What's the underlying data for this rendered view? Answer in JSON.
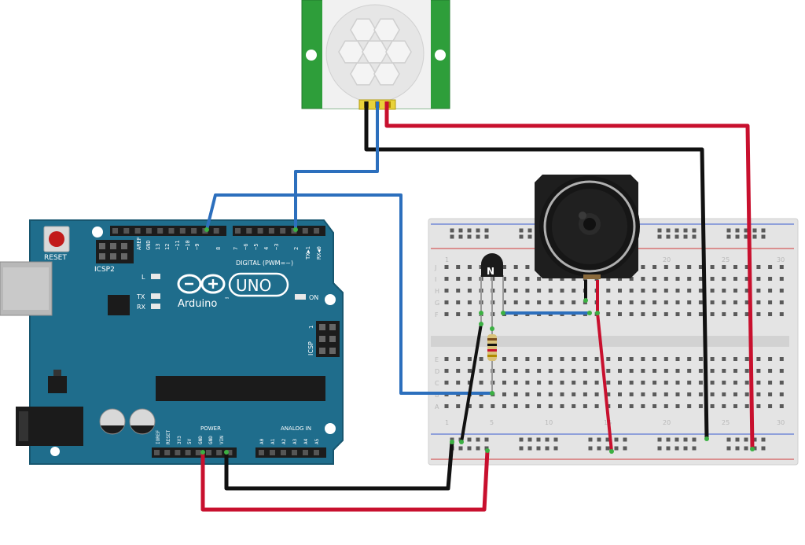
{
  "arduino": {
    "reset_label": "RESET",
    "icsp2_label": "ICSP2",
    "brand": "Arduino",
    "trademark": "™",
    "model": "UNO",
    "digital_label": "DIGITAL (PWM=~)",
    "l_label": "L",
    "tx_label": "TX",
    "rx_label": "RX",
    "on_label": "ON",
    "icsp_label": "ICSP",
    "icsp_mark": "1",
    "power_label": "POWER",
    "analog_label": "ANALOG IN",
    "top_pins": [
      "AREF",
      "GND",
      "13",
      "12",
      "~11",
      "~10",
      "~9",
      "8"
    ],
    "top_pins2": [
      "7",
      "~6",
      "~5",
      "4",
      "~3",
      "2",
      "TX▶1",
      "RX◀0"
    ],
    "power_pins": [
      "IOREF",
      "RESET",
      "3V3",
      "5V",
      "GND",
      "GND",
      "VIN"
    ],
    "analog_pins": [
      "A0",
      "A1",
      "A2",
      "A3",
      "A4",
      "A5"
    ]
  },
  "breadboard": {
    "row_letters": [
      "J",
      "I",
      "H",
      "G",
      "F",
      "E",
      "D",
      "C",
      "B",
      "A"
    ],
    "col_numbers": [
      "1",
      "5",
      "10",
      "15",
      "20",
      "25",
      "30"
    ]
  },
  "transistor": {
    "type_letter": "N"
  },
  "colors": {
    "board": "#1f6d8c",
    "wire_red": "#c8102e",
    "wire_black": "#111111",
    "wire_blue": "#2c6fbd",
    "sensor_pcb": "#2e9e3a",
    "breadboard": "#e6e6e6"
  }
}
